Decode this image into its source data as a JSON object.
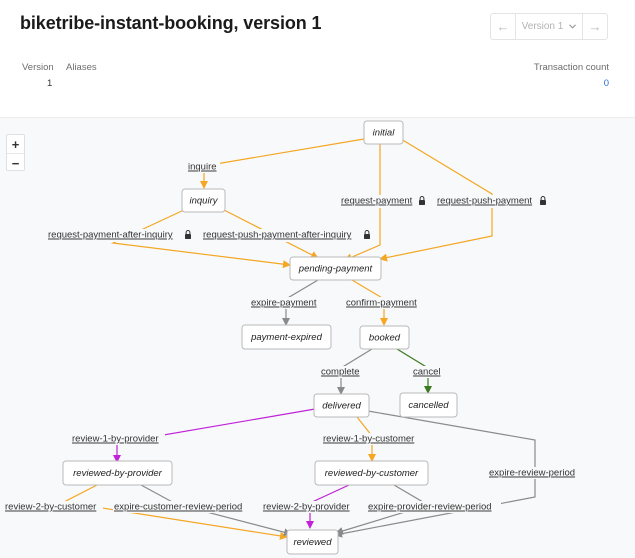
{
  "header": {
    "title": "biketribe-instant-booking, version 1",
    "prev_icon": "arrow-left-icon",
    "next_icon": "arrow-right-icon",
    "version_select": "Version 1",
    "select_icon": "chevron-down-icon"
  },
  "meta": {
    "version_label": "Version",
    "version_value": "1",
    "aliases_label": "Aliases",
    "transaction_count_label": "Transaction count",
    "transaction_count_value": "0"
  },
  "zoom": {
    "in_label": "+",
    "out_label": "−"
  },
  "colors": {
    "orange": "#f5a623",
    "gray": "#8a8a8a",
    "purple": "#c021d9",
    "green": "#3c7a22",
    "link": "#2d6fd6"
  },
  "graph": {
    "states": {
      "initial": "initial",
      "inquiry": "inquiry",
      "pending_payment": "pending-payment",
      "payment_expired": "payment-expired",
      "booked": "booked",
      "delivered": "delivered",
      "cancelled": "cancelled",
      "reviewed_by_provider": "reviewed-by-provider",
      "reviewed_by_customer": "reviewed-by-customer",
      "reviewed": "reviewed"
    },
    "transitions": {
      "inquire": "inquire",
      "request_payment": "request-payment",
      "request_push_payment": "request-push-payment",
      "request_payment_after_inquiry": "request-payment-after-inquiry",
      "request_push_payment_after_inquiry": "request-push-payment-after-inquiry",
      "expire_payment": "expire-payment",
      "confirm_payment": "confirm-payment",
      "complete": "complete",
      "cancel": "cancel",
      "review_1_by_provider": "review-1-by-provider",
      "review_1_by_customer": "review-1-by-customer",
      "expire_review_period": "expire-review-period",
      "review_2_by_customer": "review-2-by-customer",
      "expire_customer_review_period": "expire-customer-review-period",
      "review_2_by_provider": "review-2-by-provider",
      "expire_provider_review_period": "expire-provider-review-period"
    },
    "privileged_icon": "lock-icon"
  }
}
